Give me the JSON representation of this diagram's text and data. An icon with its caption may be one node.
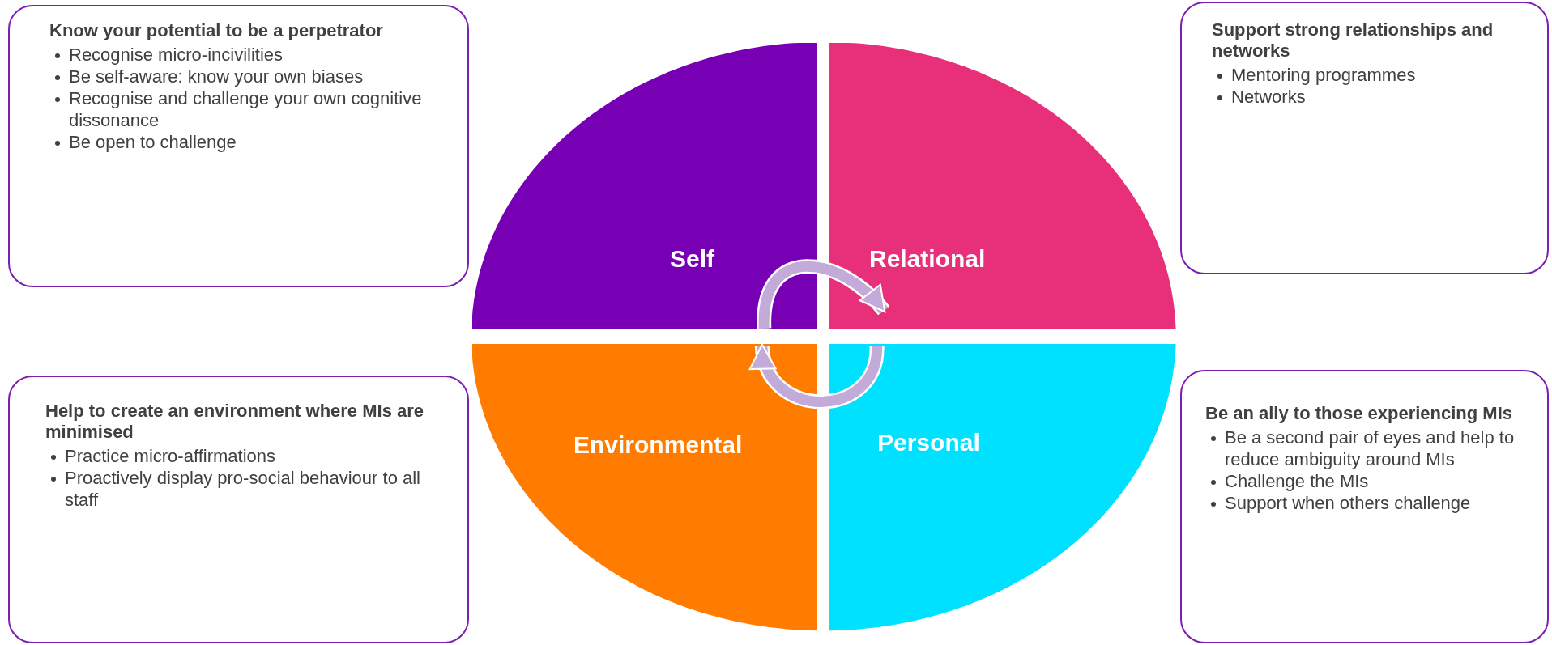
{
  "diagram": {
    "nodes": [
      {
        "text": [
          "Know your potential to be a perpetrator",
          "Recognise micro-incivilities",
          "Be self-aware: know your own biases",
          "Recognise and challenge your own cognitive dissonance",
          "Be open to challenge"
        ]
      },
      {
        "text": [
          "Support strong relationships  and networks",
          "Mentoring programmes",
          "Networks"
        ]
      },
      {
        "text": [
          "Help to create an environment where MIs are minimised",
          "Practice micro-affirmations",
          "Proactively display pro-social behaviour to all staff"
        ]
      },
      {
        "text": [
          "Be an ally to those experiencing MIs",
          "Be a second pair of eyes and help to reduce ambiguity around MIs",
          "Challenge the MIs",
          "Support when others challenge"
        ]
      },
      {
        "text": [
          "Self"
        ]
      },
      {
        "text": [
          "Relational"
        ]
      },
      {
        "text": [
          "Environmental"
        ]
      },
      {
        "text": [
          "Personal"
        ]
      }
    ],
    "edges": [
      {
        "from": 4,
        "to": 5,
        "arrow": "to"
      },
      {
        "from": 7,
        "to": 6,
        "arrow": "to"
      }
    ]
  }
}
